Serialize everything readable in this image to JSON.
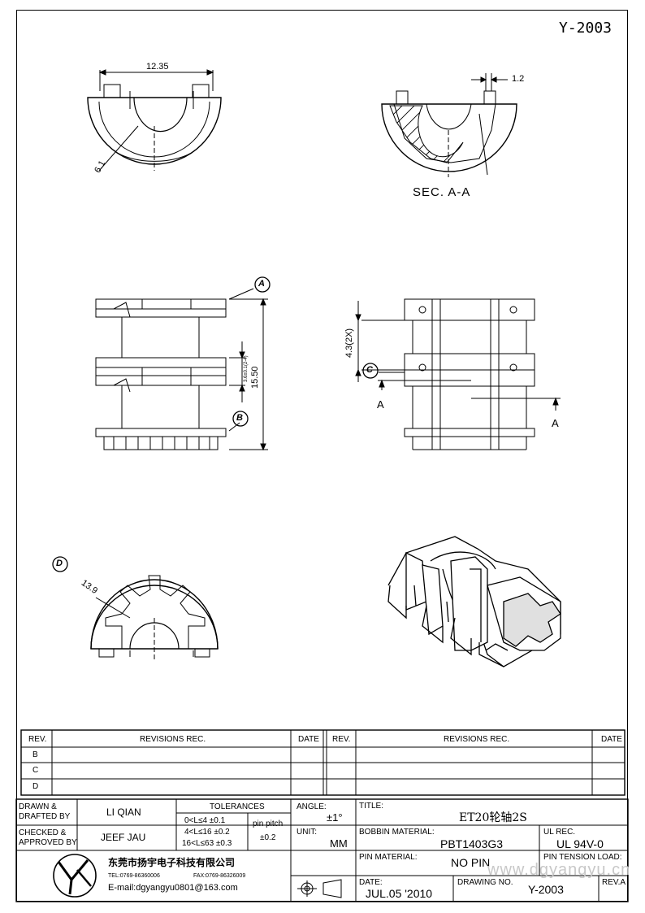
{
  "drawing_code_top": "Y-2003",
  "annotations": {
    "dim_top_width": "12.35",
    "dim_top_radius": "6.1",
    "dim_sec_width": "1.2",
    "section_label": "SEC. A-A",
    "dim_height": "15.50",
    "dim_pitch": "3.6±0.1(2-4)",
    "dim_slot": "4.3(2X)",
    "dim_gear": "13.9",
    "circle_a": "A",
    "circle_b": "B",
    "circle_c": "C",
    "circle_d": "D",
    "arrow_a_left": "A",
    "arrow_a_right": "A"
  },
  "revisions": {
    "col_rev": "REV.",
    "col_revisions": "REVISIONS   REC.",
    "col_date": "DATE",
    "rows": [
      "B",
      "C",
      "D"
    ]
  },
  "titleblock": {
    "drawn_label": "DRAWN &\nDRAFTED BY",
    "drawn_value": "LI QIAN",
    "checked_label": "CHECKED &\nAPPROVED BY",
    "checked_value": "JEEF JAU",
    "tolerances_label": "TOLERANCES",
    "tol_1": "0<L≤4   ±0.1",
    "tol_2": "4<L≤16  ±0.2",
    "tol_3": "16<L≤63 ±0.3",
    "pin_pitch_label": "pin pitch",
    "pin_pitch_value": "±0.2",
    "angle_label": "ANGLE:",
    "angle_value": "±1°",
    "unit_label": "UNIT:",
    "unit_value": "MM",
    "title_label": "TITLE:",
    "title_value": "ET20轮轴2S",
    "bobbin_label": "BOBBIN MATERIAL:",
    "bobbin_value": "PBT1403G3",
    "ul_label": "UL REC.",
    "ul_value": "UL 94V-0",
    "pin_material_label": "PIN MATERIAL:",
    "pin_material_value": "NO PIN",
    "pin_tension_label": "PIN TENSION LOAD:",
    "date_label": "DATE:",
    "date_value": "JUL.05 '2010",
    "drawing_no_label": "DRAWING NO.",
    "drawing_no_value": "Y-2003",
    "rev_label": "REV.A",
    "company_name": "东莞市扬宇电子科技有限公司",
    "company_tel": "TEL:0769-86360006",
    "company_fax": "FAX:0769-86326009",
    "company_email": "E-mail:dgyangyu0801@163.com",
    "watermark": "www.dgyangyu.cn"
  }
}
